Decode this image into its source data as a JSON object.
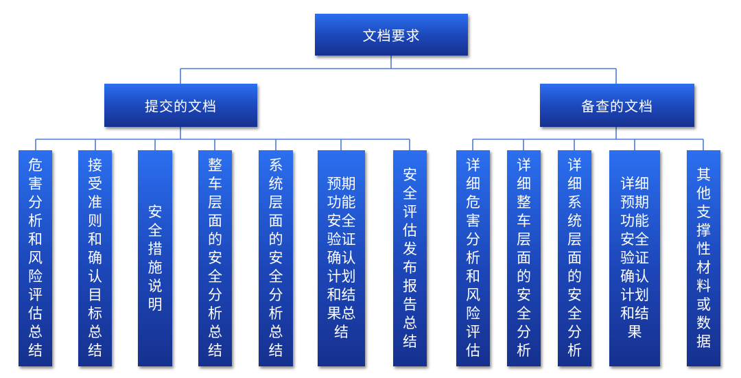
{
  "root": {
    "label": "文档要求"
  },
  "groups": [
    {
      "label": "提交的文档"
    },
    {
      "label": "备查的文档"
    }
  ],
  "leaves": [
    "危\n害\n分\n析\n和\n风\n险\n评\n估\n总\n结",
    "接\n受\n准\n则\n和\n确\n认\n目\n标\n总\n结",
    "安\n全\n措\n施\n说\n明",
    "整\n车\n层\n面\n的\n安\n全\n分\n析\n总\n结",
    "系\n统\n层\n面\n的\n安\n全\n分\n析\n总\n结",
    "预期\n功能\n安全\n验证\n确认\n计划\n和结\n果总\n结",
    "安\n全\n评\n估\n发\n布\n报\n告\n总\n结",
    "详\n细\n危\n害\n分\n析\n和\n风\n险\n评\n估",
    "详\n细\n整\n车\n层\n面\n的\n安\n全\n分\n析",
    "详\n细\n系\n统\n层\n面\n的\n安\n全\n分\n析",
    "详细\n预期\n功能\n安全\n验证\n确认\n计划\n和结\n果",
    "其\n他\n支\n撑\n性\n材\n料\n或\n数\n据"
  ],
  "colors": {
    "box": "#1c46b8",
    "line": "#4a7bd6",
    "text": "#ffffff"
  }
}
